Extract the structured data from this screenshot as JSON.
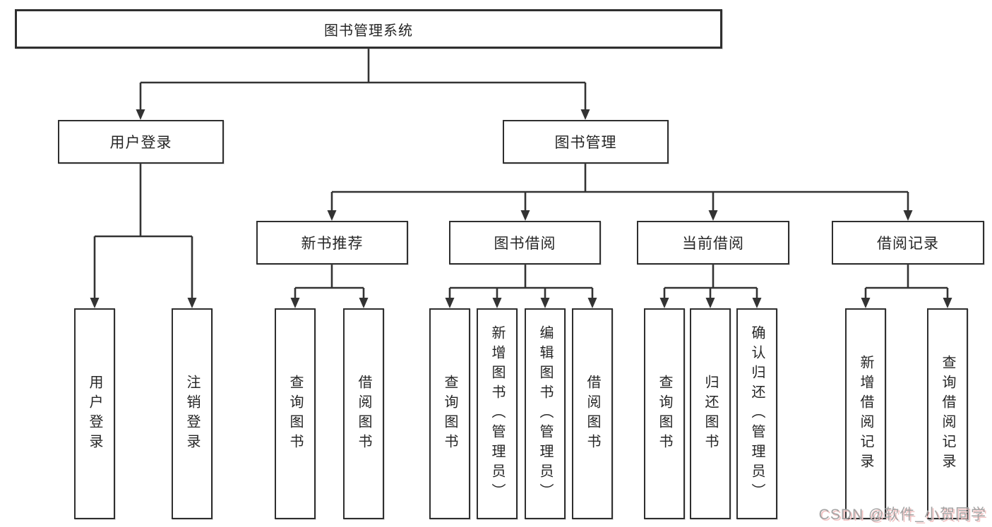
{
  "diagram_title": "图书管理系统",
  "colors": {
    "line": "#333333",
    "box_border": "#2f2f2f",
    "text": "#262626",
    "watermark_gray": "#a3a3a3",
    "watermark_pink": "#f2c4c4"
  },
  "root": {
    "label": "图书管理系统"
  },
  "level2": [
    {
      "label": "用户登录"
    },
    {
      "label": "图书管理"
    }
  ],
  "level3": [
    {
      "label": "新书推荐"
    },
    {
      "label": "图书借阅"
    },
    {
      "label": "当前借阅"
    },
    {
      "label": "借阅记录"
    }
  ],
  "leaves": {
    "user": [
      "用户登录",
      "注销登录"
    ],
    "newbook": [
      "查询图书",
      "借阅图书"
    ],
    "borrow": [
      "查询图书",
      "新增图书（管理员）",
      "编辑图书（管理员）",
      "借阅图书"
    ],
    "current": [
      "查询图书",
      "归还图书",
      "确认归还（管理员）"
    ],
    "record": [
      "新增借阅记录",
      "查询借阅记录"
    ]
  },
  "watermark": {
    "text": "CSDN @软件_小贺同学"
  }
}
